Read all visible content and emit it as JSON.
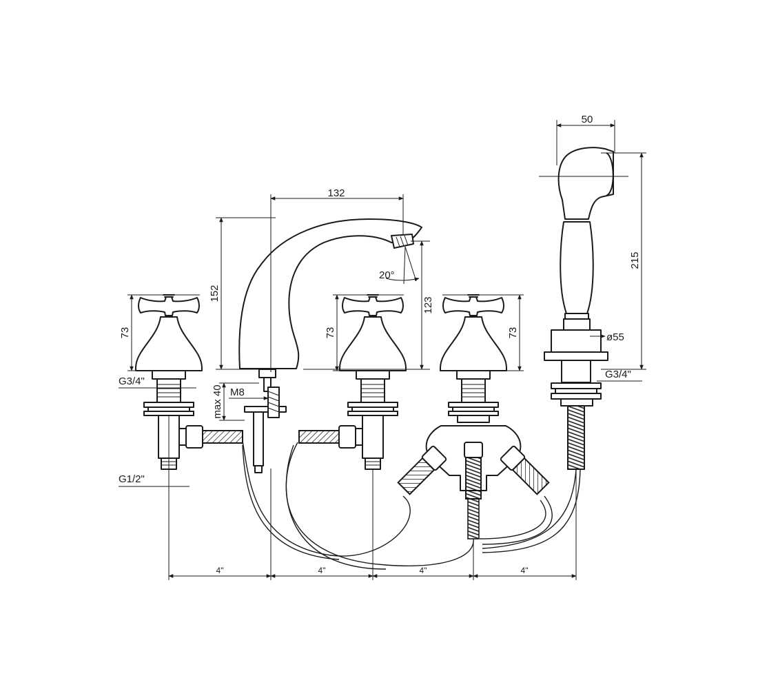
{
  "dimensions": {
    "spout_reach": "132",
    "spout_height": "152",
    "spout_outlet_height": "123",
    "spout_angle": "20°",
    "handle_height_left": "73",
    "handle_height_mid": "73",
    "handle_height_right": "73",
    "handle_thread_left": "G3/4\"",
    "handle_outlet_left": "G1/2\"",
    "deck_thickness": "max 40",
    "spout_stud": "M8",
    "shower_head_width": "50",
    "shower_height": "215",
    "shower_holder_diameter": "ø55",
    "shower_thread": "G3/4\"",
    "spacing_1": "4\"",
    "spacing_2": "4\"",
    "spacing_3": "4\"",
    "spacing_4": "4\""
  }
}
